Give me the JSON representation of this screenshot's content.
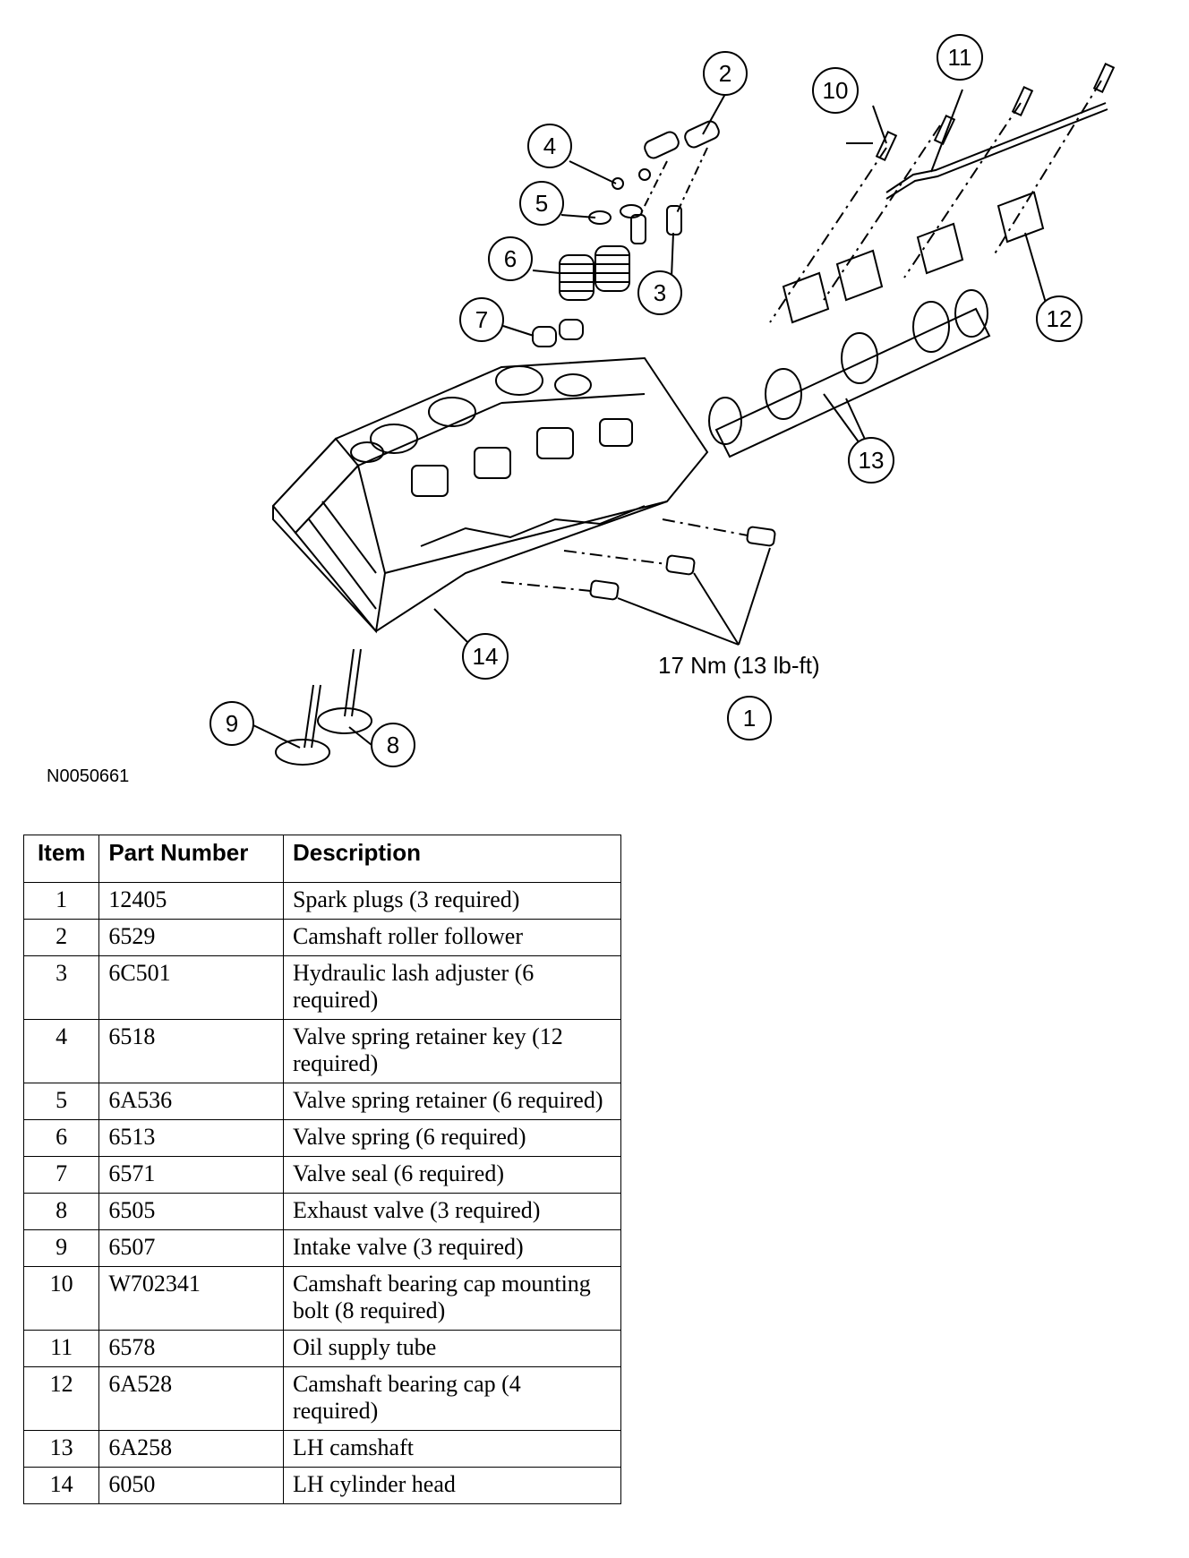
{
  "figure": {
    "reference_code": "N0050661",
    "torque_spec": "17 Nm (13 lb-ft)",
    "callouts": [
      "1",
      "2",
      "3",
      "4",
      "5",
      "6",
      "7",
      "8",
      "9",
      "10",
      "11",
      "12",
      "13",
      "14"
    ]
  },
  "table": {
    "headers": {
      "item": "Item",
      "part_number": "Part Number",
      "description": "Description"
    },
    "rows": [
      {
        "item": "1",
        "part_number": "12405",
        "description": "Spark plugs (3 required)"
      },
      {
        "item": "2",
        "part_number": "6529",
        "description": "Camshaft roller follower"
      },
      {
        "item": "3",
        "part_number": "6C501",
        "description": "Hydraulic lash adjuster (6 required)"
      },
      {
        "item": "4",
        "part_number": "6518",
        "description": "Valve spring retainer key (12 required)"
      },
      {
        "item": "5",
        "part_number": "6A536",
        "description": "Valve spring retainer (6 required)"
      },
      {
        "item": "6",
        "part_number": "6513",
        "description": "Valve spring (6 required)"
      },
      {
        "item": "7",
        "part_number": "6571",
        "description": "Valve seal (6 required)"
      },
      {
        "item": "8",
        "part_number": "6505",
        "description": "Exhaust valve (3 required)"
      },
      {
        "item": "9",
        "part_number": "6507",
        "description": "Intake valve (3 required)"
      },
      {
        "item": "10",
        "part_number": "W702341",
        "description": "Camshaft bearing cap mounting bolt (8 required)"
      },
      {
        "item": "11",
        "part_number": "6578",
        "description": "Oil supply tube"
      },
      {
        "item": "12",
        "part_number": "6A528",
        "description": "Camshaft bearing cap (4 required)"
      },
      {
        "item": "13",
        "part_number": "6A258",
        "description": "LH camshaft"
      },
      {
        "item": "14",
        "part_number": "6050",
        "description": "LH cylinder head"
      }
    ]
  }
}
